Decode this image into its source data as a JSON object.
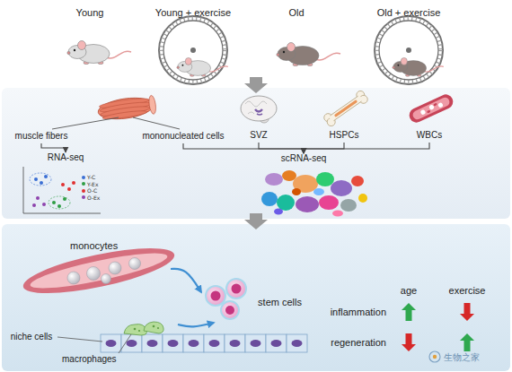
{
  "diagram": {
    "nodes": [
      {
        "text": [
          "Young"
        ]
      },
      {
        "text": [
          "Young + exercise"
        ]
      },
      {
        "text": [
          "Old"
        ]
      },
      {
        "text": [
          "Old + exercise"
        ]
      },
      {
        "text": [
          "muscle fibers"
        ]
      },
      {
        "text": [
          "mononucleated cells"
        ]
      },
      {
        "text": [
          "SVZ"
        ]
      },
      {
        "text": [
          "HSPCs"
        ]
      },
      {
        "text": [
          "WBCs"
        ]
      },
      {
        "text": [
          "RNA-seq"
        ]
      },
      {
        "text": [
          "scRNA-seq"
        ]
      },
      {
        "text": [
          "monocytes"
        ]
      },
      {
        "text": [
          "stem cells"
        ]
      },
      {
        "text": [
          "niche cells"
        ]
      },
      {
        "text": [
          "macrophages"
        ]
      }
    ],
    "edges": [
      {
        "from": 4,
        "to": 9,
        "arrow": "to"
      },
      {
        "from": 5,
        "to": 10,
        "arrow": "to"
      },
      {
        "from": 6,
        "to": 10,
        "arrow": "to"
      },
      {
        "from": 7,
        "to": 10,
        "arrow": "to"
      },
      {
        "from": 8,
        "to": 10,
        "arrow": "to"
      },
      {
        "from": 11,
        "to": 12,
        "arrow": "to"
      },
      {
        "from": 14,
        "to": 12,
        "arrow": "to"
      }
    ],
    "labels": [
      "age",
      "exercise",
      "inflammation",
      "regeneration",
      "生物之家"
    ],
    "legend": [
      {
        "text": "Y-C",
        "color": "#3b6fd4"
      },
      {
        "text": "Y-Ex",
        "color": "#2f9e44"
      },
      {
        "text": "O-C",
        "color": "#e03131"
      },
      {
        "text": "O-Ex",
        "color": "#8e44ad"
      }
    ]
  }
}
